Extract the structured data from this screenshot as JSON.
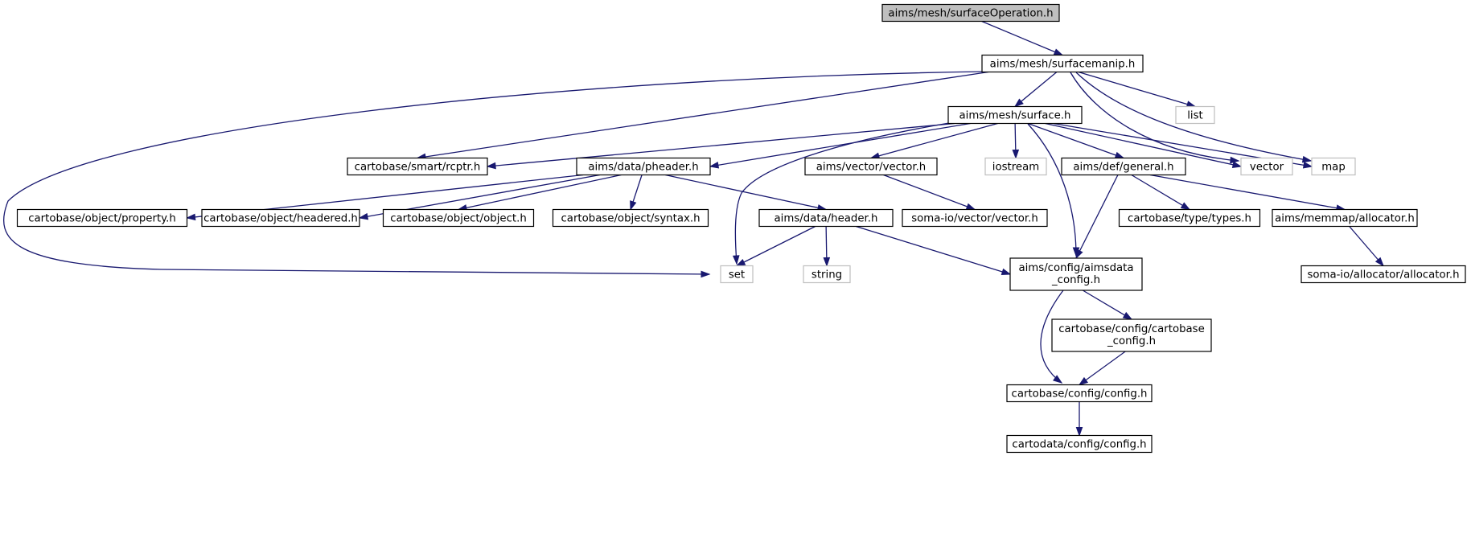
{
  "nodes": [
    {
      "id": "root",
      "label": "aims/mesh/surfaceOperation.h",
      "kind": "root"
    },
    {
      "id": "surfacemanip",
      "label": "aims/mesh/surfacemanip.h",
      "kind": "doc"
    },
    {
      "id": "surface",
      "label": "aims/mesh/surface.h",
      "kind": "doc"
    },
    {
      "id": "list",
      "label": "list",
      "kind": "ext"
    },
    {
      "id": "rcptr",
      "label": "cartobase/smart/rcptr.h",
      "kind": "doc"
    },
    {
      "id": "pheader",
      "label": "aims/data/pheader.h",
      "kind": "doc"
    },
    {
      "id": "vectorh",
      "label": "aims/vector/vector.h",
      "kind": "doc"
    },
    {
      "id": "iostream",
      "label": "iostream",
      "kind": "ext"
    },
    {
      "id": "general",
      "label": "aims/def/general.h",
      "kind": "doc"
    },
    {
      "id": "vector",
      "label": "vector",
      "kind": "ext"
    },
    {
      "id": "map",
      "label": "map",
      "kind": "ext"
    },
    {
      "id": "property",
      "label": "cartobase/object/property.h",
      "kind": "doc"
    },
    {
      "id": "headered",
      "label": "cartobase/object/headered.h",
      "kind": "doc"
    },
    {
      "id": "object",
      "label": "cartobase/object/object.h",
      "kind": "doc"
    },
    {
      "id": "syntax",
      "label": "cartobase/object/syntax.h",
      "kind": "doc"
    },
    {
      "id": "header",
      "label": "aims/data/header.h",
      "kind": "doc"
    },
    {
      "id": "somavector",
      "label": "soma-io/vector/vector.h",
      "kind": "doc"
    },
    {
      "id": "types",
      "label": "cartobase/type/types.h",
      "kind": "doc"
    },
    {
      "id": "allocator",
      "label": "aims/memmap/allocator.h",
      "kind": "doc"
    },
    {
      "id": "set",
      "label": "set",
      "kind": "ext"
    },
    {
      "id": "string",
      "label": "string",
      "kind": "ext"
    },
    {
      "id": "aimsdata",
      "label": [
        "aims/config/aimsdata",
        "_config.h"
      ],
      "kind": "doc"
    },
    {
      "id": "somaalloc",
      "label": "soma-io/allocator/allocator.h",
      "kind": "doc"
    },
    {
      "id": "cartobasecfg",
      "label": [
        "cartobase/config/cartobase",
        "_config.h"
      ],
      "kind": "doc"
    },
    {
      "id": "config",
      "label": "cartobase/config/config.h",
      "kind": "doc"
    },
    {
      "id": "cartodata",
      "label": "cartodata/config/config.h",
      "kind": "doc"
    }
  ],
  "edges": [
    {
      "from": "root",
      "to": "surfacemanip"
    },
    {
      "from": "surfacemanip",
      "to": "surface"
    },
    {
      "from": "surfacemanip",
      "to": "list"
    },
    {
      "from": "surfacemanip",
      "to": "rcptr"
    },
    {
      "from": "surfacemanip",
      "to": "set"
    },
    {
      "from": "surfacemanip",
      "to": "vector"
    },
    {
      "from": "surfacemanip",
      "to": "map"
    },
    {
      "from": "surface",
      "to": "rcptr"
    },
    {
      "from": "surface",
      "to": "pheader"
    },
    {
      "from": "surface",
      "to": "vectorh"
    },
    {
      "from": "surface",
      "to": "iostream"
    },
    {
      "from": "surface",
      "to": "general"
    },
    {
      "from": "surface",
      "to": "vector"
    },
    {
      "from": "surface",
      "to": "map"
    },
    {
      "from": "surface",
      "to": "set"
    },
    {
      "from": "surface",
      "to": "aimsdata"
    },
    {
      "from": "pheader",
      "to": "property"
    },
    {
      "from": "pheader",
      "to": "headered"
    },
    {
      "from": "pheader",
      "to": "object"
    },
    {
      "from": "pheader",
      "to": "syntax"
    },
    {
      "from": "pheader",
      "to": "header"
    },
    {
      "from": "vectorh",
      "to": "somavector"
    },
    {
      "from": "general",
      "to": "aimsdata"
    },
    {
      "from": "general",
      "to": "types"
    },
    {
      "from": "general",
      "to": "allocator"
    },
    {
      "from": "header",
      "to": "set"
    },
    {
      "from": "header",
      "to": "string"
    },
    {
      "from": "header",
      "to": "aimsdata"
    },
    {
      "from": "allocator",
      "to": "somaalloc"
    },
    {
      "from": "aimsdata",
      "to": "cartobasecfg"
    },
    {
      "from": "aimsdata",
      "to": "config"
    },
    {
      "from": "cartobasecfg",
      "to": "config"
    },
    {
      "from": "config",
      "to": "cartodata"
    }
  ]
}
